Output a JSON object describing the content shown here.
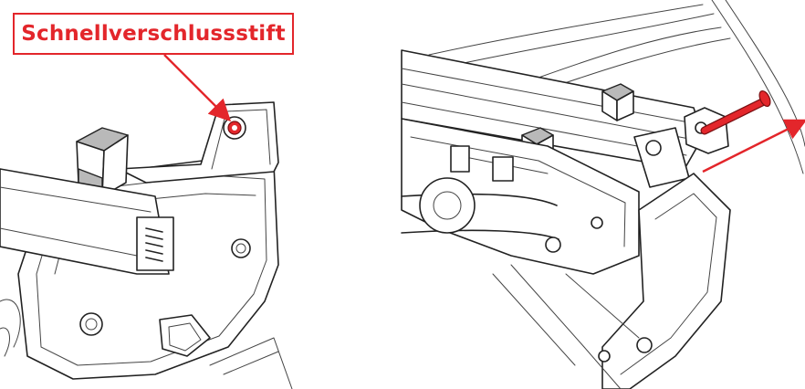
{
  "callout": {
    "label": "Schnellverschlussstift"
  },
  "colors": {
    "accent": "#e3262b",
    "line": "#222222",
    "shade": "#b9b9b9"
  },
  "panels": [
    {
      "name": "pin-location-view"
    },
    {
      "name": "pin-removal-view"
    }
  ]
}
